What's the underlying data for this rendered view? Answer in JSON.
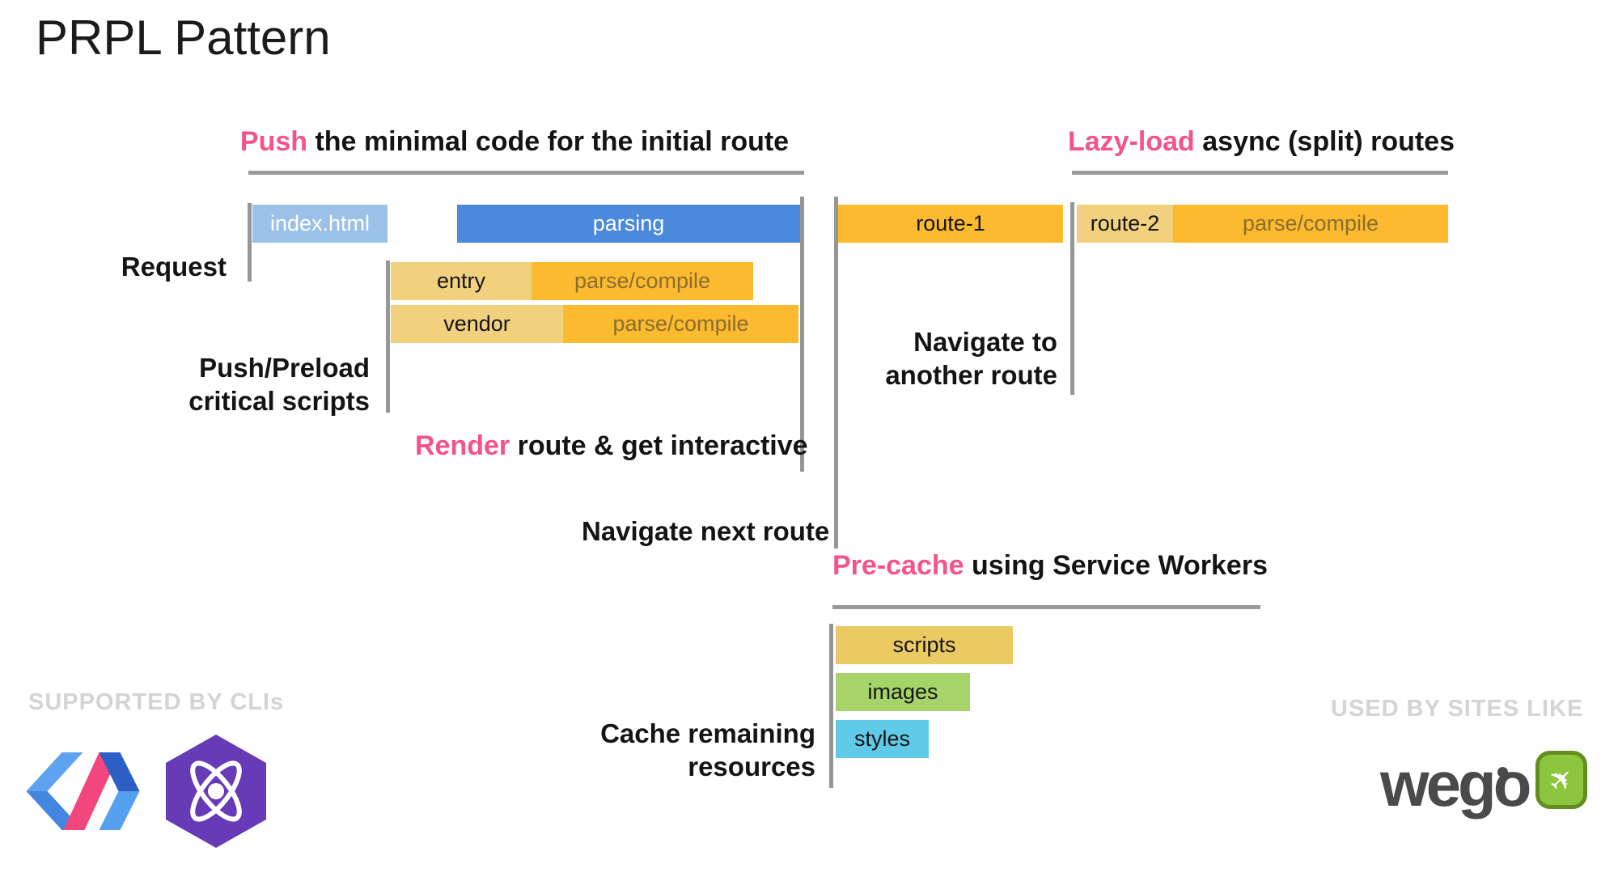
{
  "title": "PRPL Pattern",
  "headers": {
    "push": {
      "highlight": "Push",
      "rest": " the minimal code for the initial route"
    },
    "lazy": {
      "highlight": "Lazy-load",
      "rest": " async (split) routes"
    },
    "render": {
      "highlight": "Render",
      "rest": " route & get interactive"
    },
    "precache": {
      "highlight": "Pre-cache",
      "rest": " using Service Workers"
    }
  },
  "labels": {
    "request": "Request",
    "push_preload_line1": "Push/Preload",
    "push_preload_line2": "critical scripts",
    "navigate_next": "Navigate next route",
    "navigate_another_line1": "Navigate to",
    "navigate_another_line2": "another route",
    "cache_line1": "Cache remaining",
    "cache_line2": "resources"
  },
  "bars": {
    "index_html": "index.html",
    "parsing": "parsing",
    "entry": "entry",
    "entry_parse": "parse/compile",
    "vendor": "vendor",
    "vendor_parse": "parse/compile",
    "route1": "route-1",
    "route2": "route-2",
    "route2_parse": "parse/compile",
    "scripts": "scripts",
    "images": "images",
    "styles": "styles"
  },
  "footer": {
    "supported_heading": "SUPPORTED BY CLIs",
    "used_heading": "USED BY SITES LIKE",
    "wego_wordmark": "wego"
  },
  "colors": {
    "pink_accent": "#F5538C",
    "bar_light_blue": "#9CC1E9",
    "bar_blue": "#4A89DC",
    "bar_tan": "#F1D07E",
    "bar_orange": "#FCBB2F",
    "bar_gold": "#EBC963",
    "bar_green": "#A7D468",
    "bar_cyan": "#5FCBE9",
    "marker_gray": "#969696",
    "parse_label_brown": "#8A6D2F",
    "footer_gray": "#D4D4D4"
  }
}
